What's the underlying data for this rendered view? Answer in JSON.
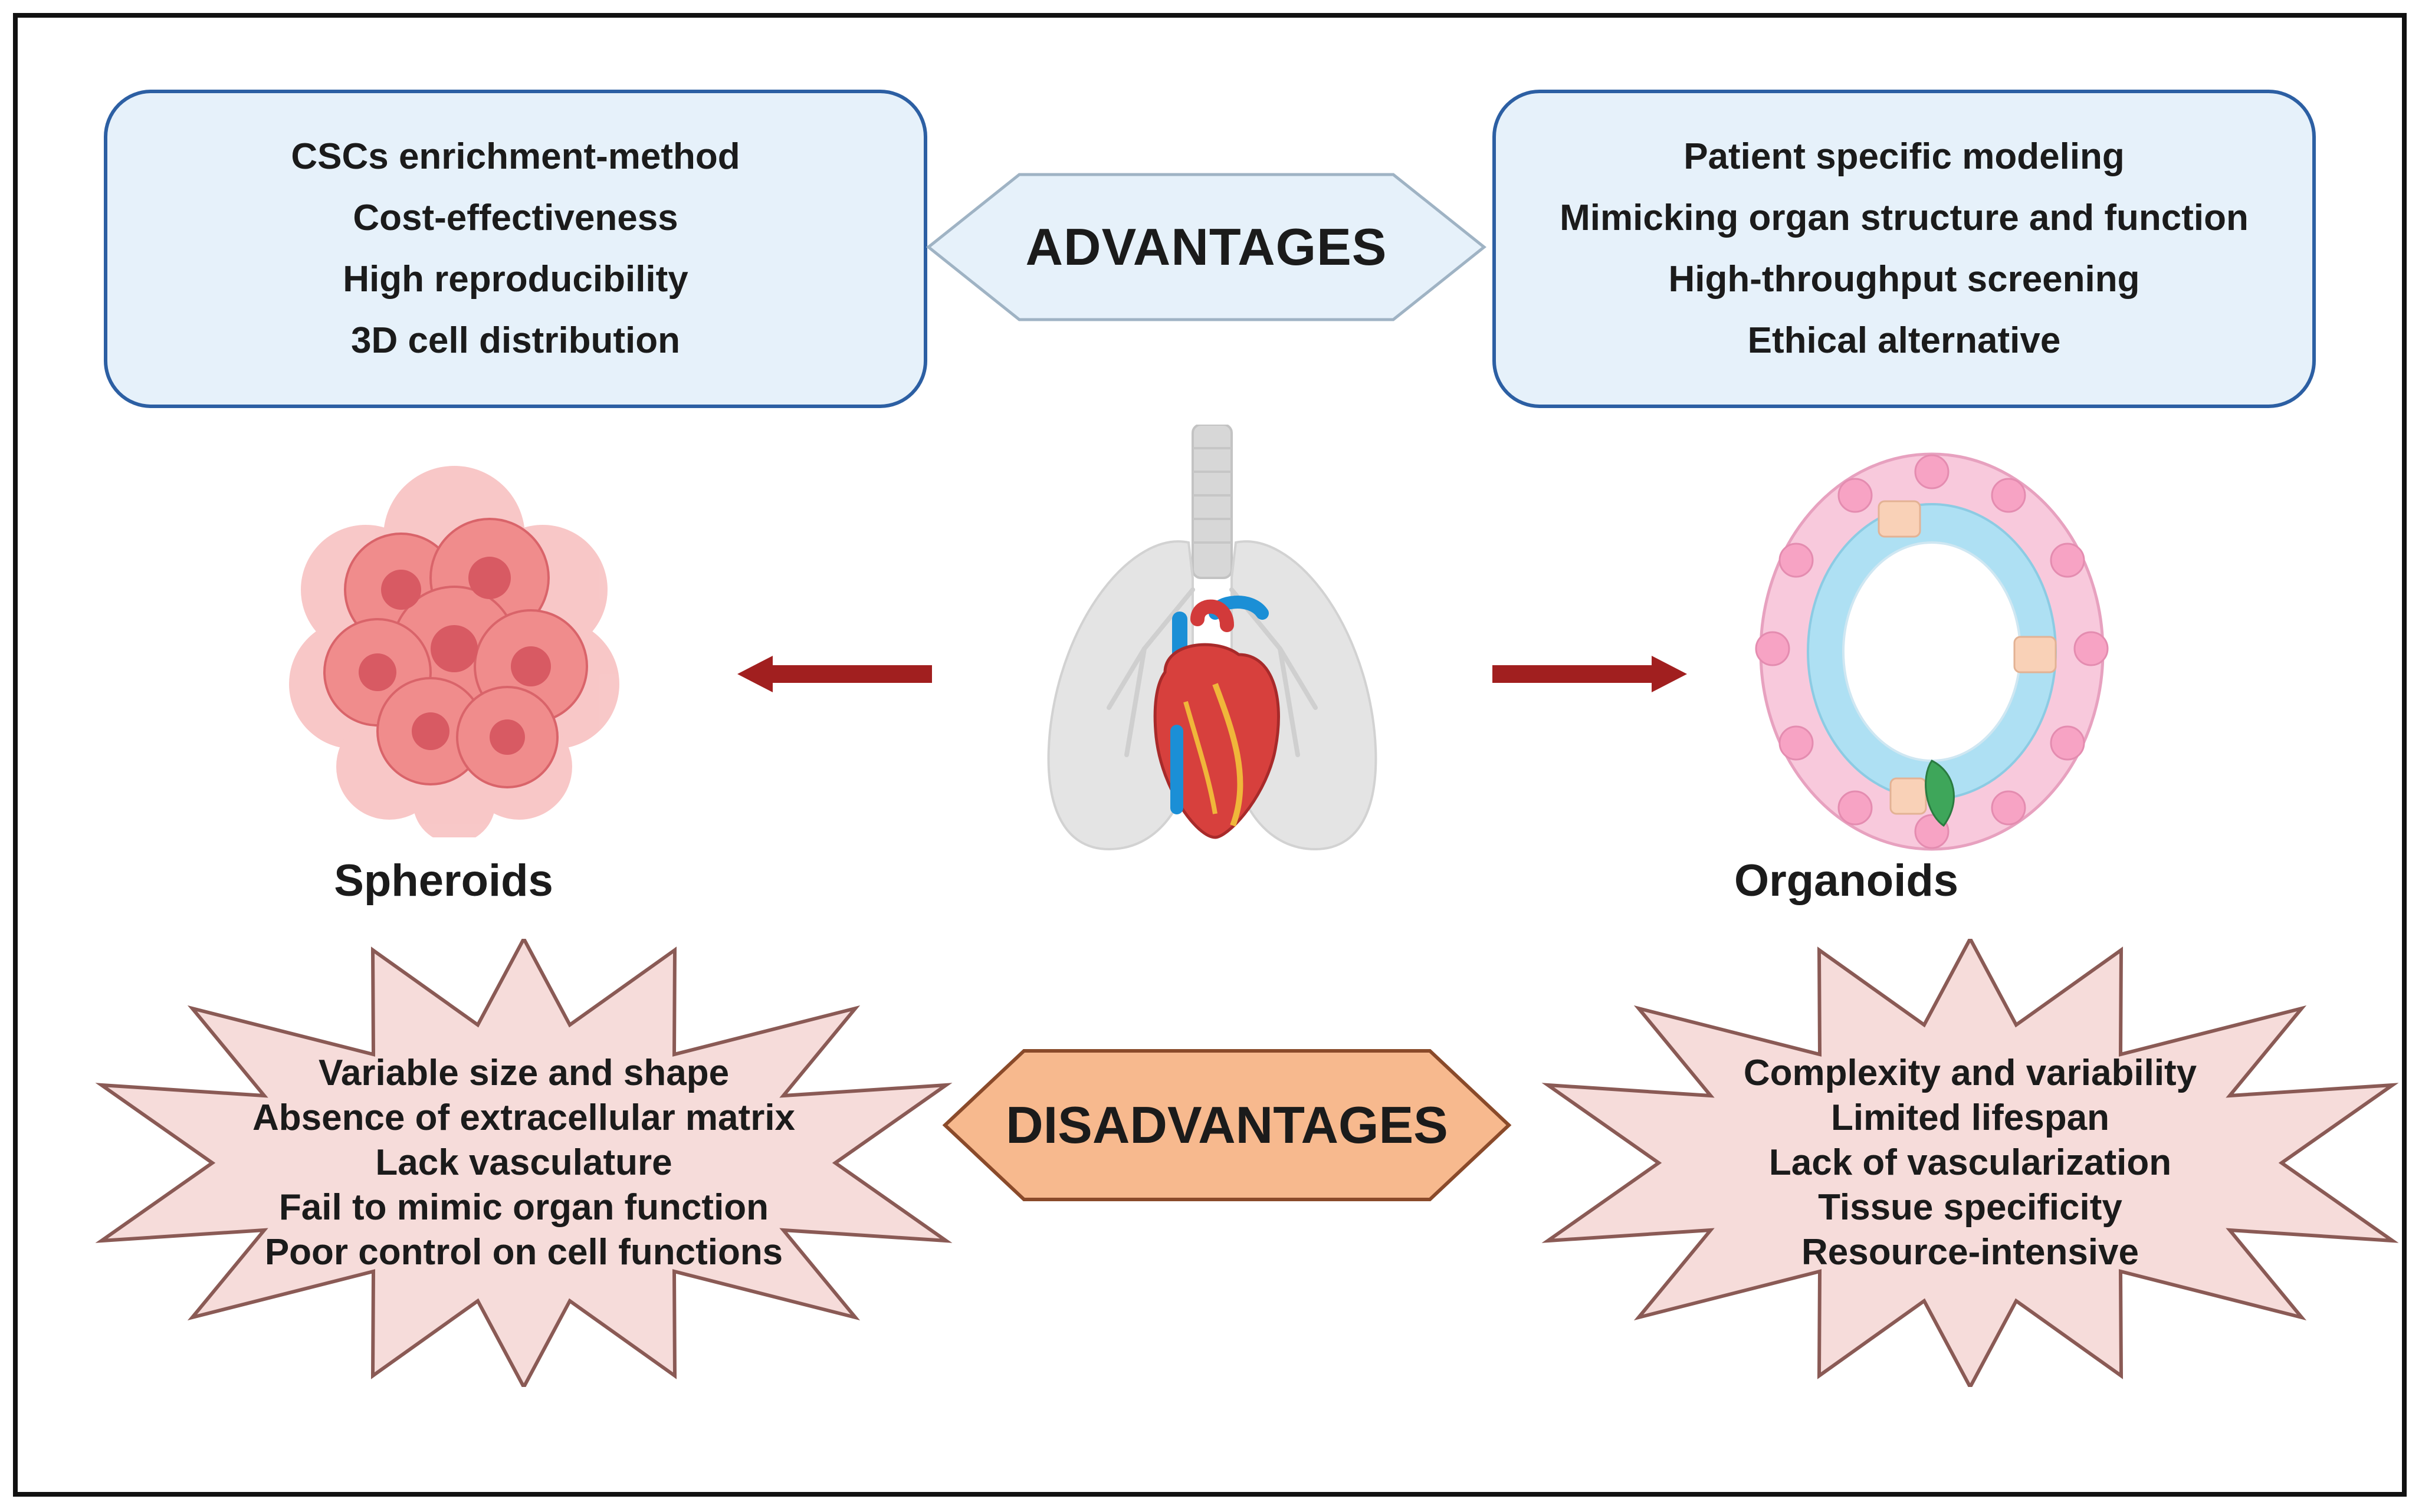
{
  "advantages": {
    "label": "ADVANTAGES",
    "left_items": [
      "CSCs enrichment-method",
      "Cost-effectiveness",
      "High reproducibility",
      "3D cell distribution"
    ],
    "right_items": [
      "Patient specific modeling",
      "Mimicking organ structure and function",
      "High-throughput screening",
      "Ethical alternative"
    ]
  },
  "models": {
    "left": "Spheroids",
    "right": "Organoids"
  },
  "disadvantages": {
    "label": "DISADVANTAGES",
    "left_items": [
      "Variable size and shape",
      "Absence of extracellular matrix",
      "Lack vasculature",
      "Fail to mimic organ function",
      "Poor control on cell functions"
    ],
    "right_items": [
      "Complexity and variability",
      "Limited lifespan",
      "Lack of vascularization",
      "Tissue specificity",
      "Resource-intensive"
    ]
  },
  "colors": {
    "adv_fill": "#e6f1fa",
    "adv_border": "#2c5fa3",
    "dis_hex_fill": "#f7b98e",
    "dis_hex_border": "#8a4a2a",
    "star_fill": "#f6dcda",
    "star_border": "#8a5a55",
    "arrow": "#a11f1f"
  },
  "icons": [
    "spheroid-cluster-icon",
    "lungs-heart-icon",
    "organoid-ring-icon"
  ]
}
